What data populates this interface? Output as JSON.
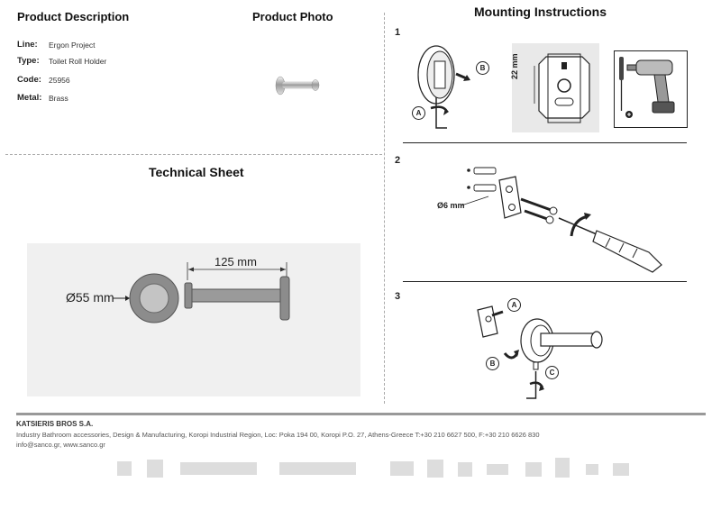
{
  "product_description": {
    "title": "Product Description",
    "fields": [
      {
        "label": "Line:",
        "value": "Ergon Project"
      },
      {
        "label": "Type:",
        "value": "Toilet Roll Holder"
      },
      {
        "label": "Code:",
        "value": "25956"
      },
      {
        "label": "Metal:",
        "value": "Brass"
      }
    ]
  },
  "product_photo": {
    "title": "Product Photo"
  },
  "technical_sheet": {
    "title": "Technical Sheet",
    "diameter_label": "Ø55 mm",
    "length_label": "125 mm"
  },
  "mounting": {
    "title": "Mounting Instructions",
    "steps": [
      {
        "number": "1",
        "callout_a": "A",
        "callout_b": "B",
        "dim_label": "22 mm"
      },
      {
        "number": "2",
        "dim_label": "Ø6 mm"
      },
      {
        "number": "3",
        "callout_a": "A",
        "callout_b": "B",
        "callout_c": "C"
      }
    ]
  },
  "footer": {
    "company": "KATSIERIS BROS S.A.",
    "line1": "Industry Bathroom accessories, Design & Manufacturing, Koropi Industrial Region, Loc: Poka 194 00, Koropi P.O. 27, Athens-Greece   T:+30 210 6627 500, F:+30 210 6626 830",
    "line2": "info@sanco.gr, www.sanco.gr"
  }
}
